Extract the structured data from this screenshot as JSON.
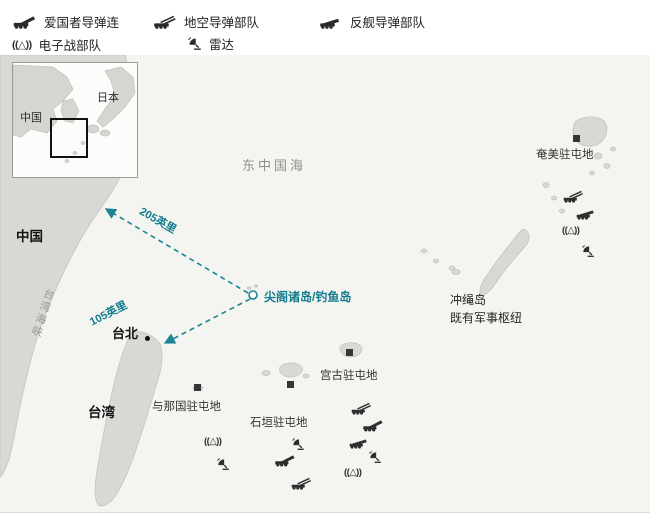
{
  "legend": {
    "items": [
      {
        "id": "patriot",
        "label": "爱国者导弹连"
      },
      {
        "id": "sam",
        "label": "地空导弹部队"
      },
      {
        "id": "antiship",
        "label": "反舰导弹部队"
      },
      {
        "id": "ew",
        "label": "电子战部队"
      },
      {
        "id": "radar",
        "label": "雷达"
      }
    ],
    "ew_symbol": "((△))"
  },
  "inset": {
    "china": "中国",
    "japan": "日本"
  },
  "map": {
    "sea": "东中国海",
    "china": "中国",
    "strait": "台湾海峡",
    "taipei": "台北",
    "taiwan": "台湾",
    "senkaku": "尖阁诸岛/钓鱼岛",
    "okinawa": "冲绳岛",
    "okinawa_sub": "既有军事枢纽",
    "dist_china": "205英里",
    "dist_taiwan": "105英里",
    "garrisons": [
      {
        "name": "奄美驻屯地"
      },
      {
        "name": "宫古驻屯地"
      },
      {
        "name": "石垣驻屯地"
      },
      {
        "name": "与那国驻屯地"
      }
    ]
  },
  "colors": {
    "teal": "#137c8d",
    "land": "#d8d8d4",
    "sea": "#f4f4f1"
  }
}
